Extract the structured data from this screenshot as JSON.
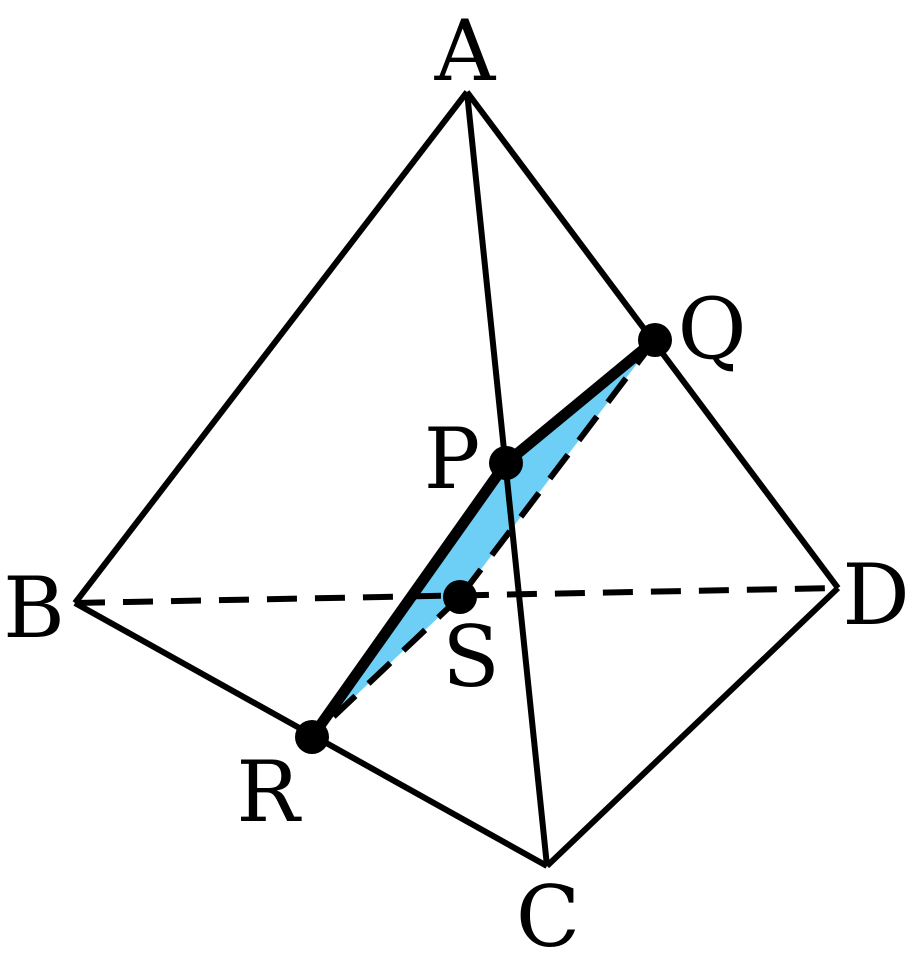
{
  "labels": {
    "A": "A",
    "B": "B",
    "C": "C",
    "D": "D",
    "P": "P",
    "Q": "Q",
    "R": "R",
    "S": "S"
  },
  "colors": {
    "line": "#000000",
    "section_fill": "#6ecff6",
    "background": "#ffffff"
  }
}
